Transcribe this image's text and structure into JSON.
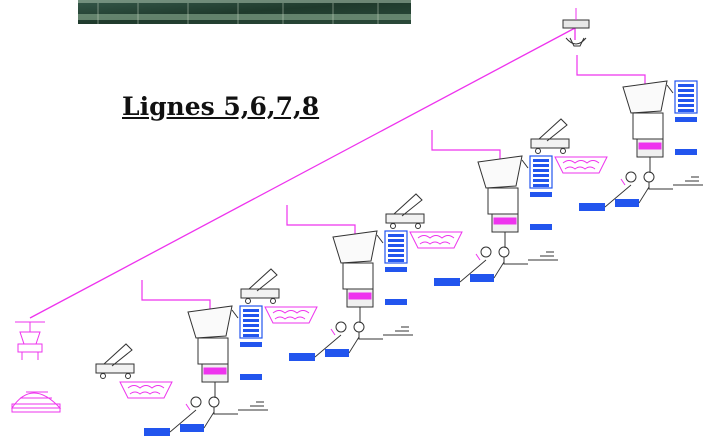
{
  "title": "Lignes 5,6,7,8",
  "colors": {
    "pipe": "#ee33ee",
    "panel": "#2255ee",
    "equipment": "#333333",
    "photo_dark": "#1f3a2c",
    "photo_light": "#7f9f86"
  },
  "lines": [
    {
      "line": 5
    },
    {
      "line": 6
    },
    {
      "line": 7
    },
    {
      "line": 8
    }
  ]
}
